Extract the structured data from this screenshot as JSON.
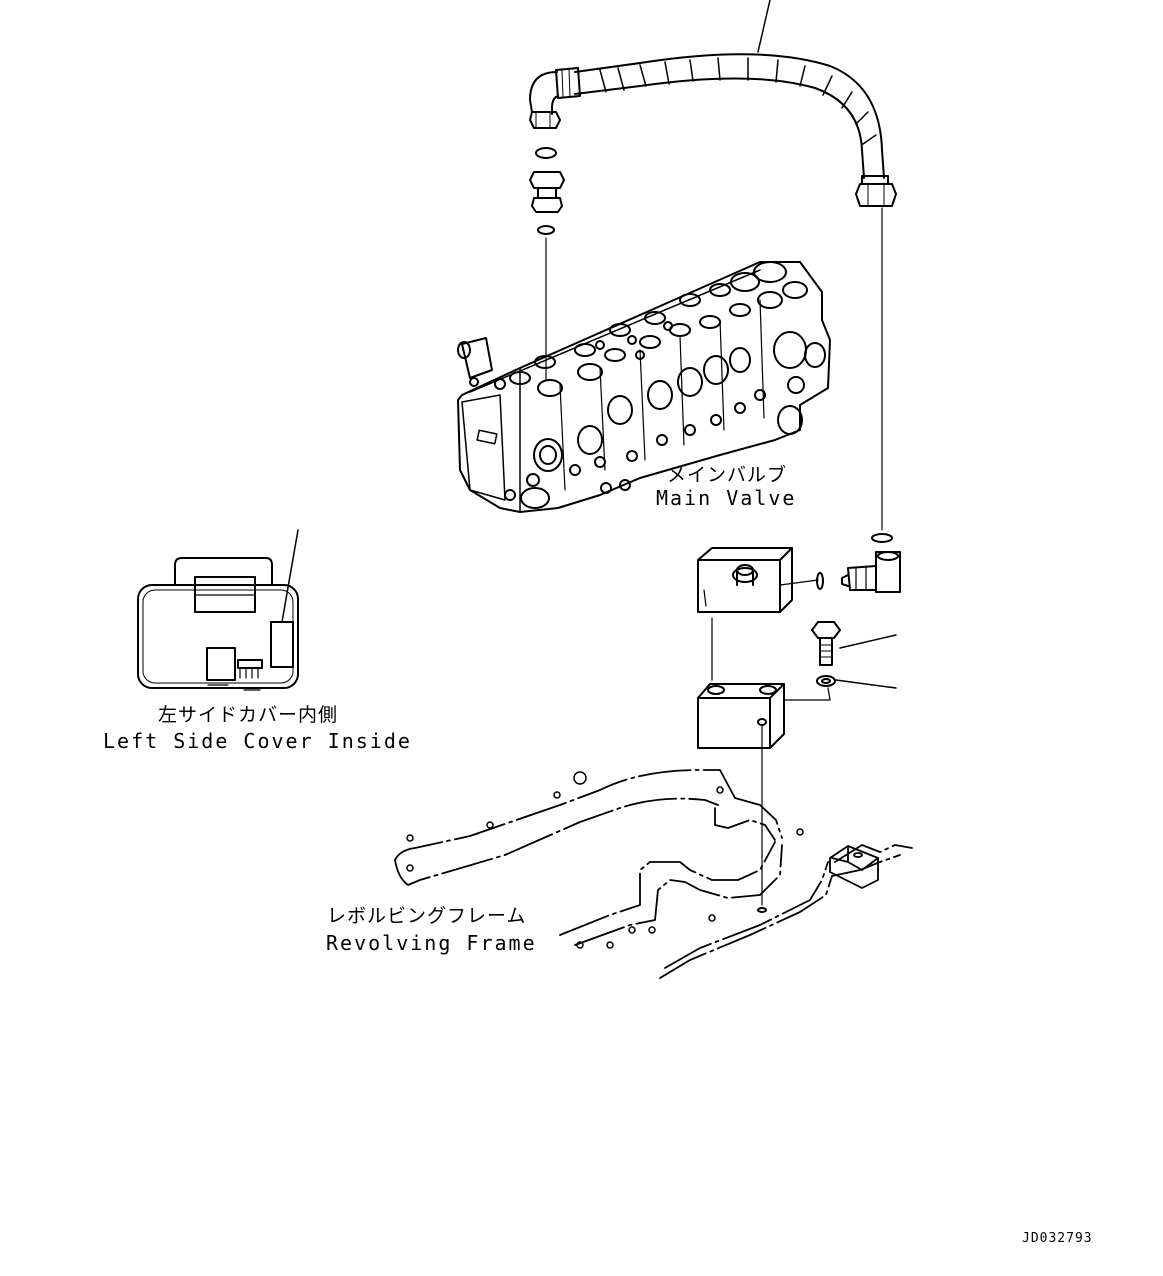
{
  "labels": {
    "main_valve_jp": "メインバルブ",
    "main_valve_en": "Main Valve",
    "left_cover_jp": "左サイドカバー内側",
    "left_cover_en": "Left Side Cover Inside",
    "frame_jp": "レボルビングフレーム",
    "frame_en": "Revolving Frame",
    "drawing_code": "JD032793"
  },
  "colors": {
    "line": "#000000",
    "background": "#ffffff"
  }
}
